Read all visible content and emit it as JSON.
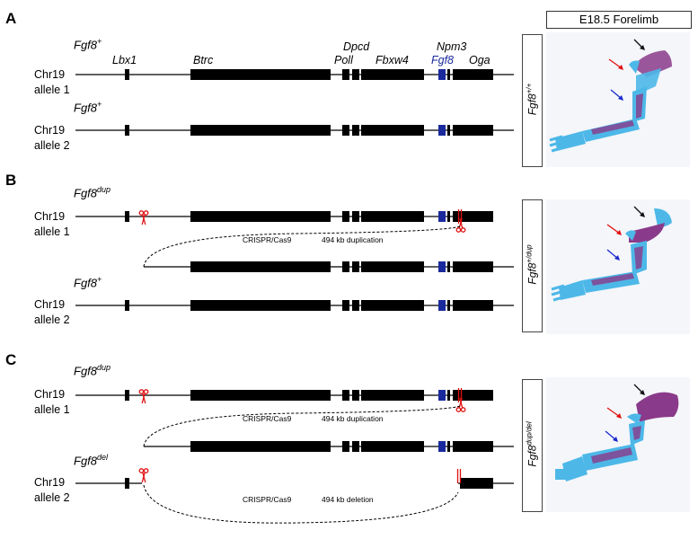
{
  "header": "E18.5 Forelimb",
  "panels": {
    "a": {
      "letter": "A",
      "allele1": {
        "genotype": "Fgf8",
        "sup": "+",
        "chr": "Chr19",
        "allele": "allele 1"
      },
      "allele2": {
        "genotype": "Fgf8",
        "sup": "+",
        "chr": "Chr19",
        "allele": "allele 2"
      },
      "limb_label": {
        "base": "Fgf8",
        "sup": "+/+"
      }
    },
    "b": {
      "letter": "B",
      "allele1": {
        "genotype": "Fgf8",
        "sup": "dup",
        "chr": "Chr19",
        "allele": "allele 1"
      },
      "duplication": {
        "genotype": "Fgf8",
        "sup": "+"
      },
      "allele2": {
        "chr": "Chr19",
        "allele": "allele 2"
      },
      "crispr": "CRISPR/Cas9",
      "event": "494 kb duplication",
      "limb_label": {
        "base": "Fgf8",
        "sup": "+/dup"
      }
    },
    "c": {
      "letter": "C",
      "allele1": {
        "genotype": "Fgf8",
        "sup": "dup",
        "chr": "Chr19",
        "allele": "allele 1"
      },
      "crispr1": "CRISPR/Cas9",
      "event1": "494 kb duplication",
      "allele2": {
        "genotype": "Fgf8",
        "sup": "del",
        "chr": "Chr19",
        "allele": "allele 2"
      },
      "crispr2": "CRISPR/Cas9",
      "event2": "494 kb deletion",
      "limb_label": {
        "base": "Fgf8",
        "sup": "dup/del"
      }
    }
  },
  "genes": {
    "lbx1": "Lbx1",
    "btrc": "Btrc",
    "dpcd": "Dpcd",
    "poll": "Poll",
    "fbxw4": "Fbxw4",
    "npm3": "Npm3",
    "fgf8": "Fgf8",
    "oga": "Oga"
  },
  "colors": {
    "gene_block": "#000000",
    "fgf8": "#1a2a9c",
    "scissors": "#e01010",
    "arrow_black": "#111111",
    "arrow_red": "#e01010",
    "arrow_blue": "#1a2acc",
    "cartilage": "#4db8e8",
    "bone": "#8a3a8a"
  }
}
